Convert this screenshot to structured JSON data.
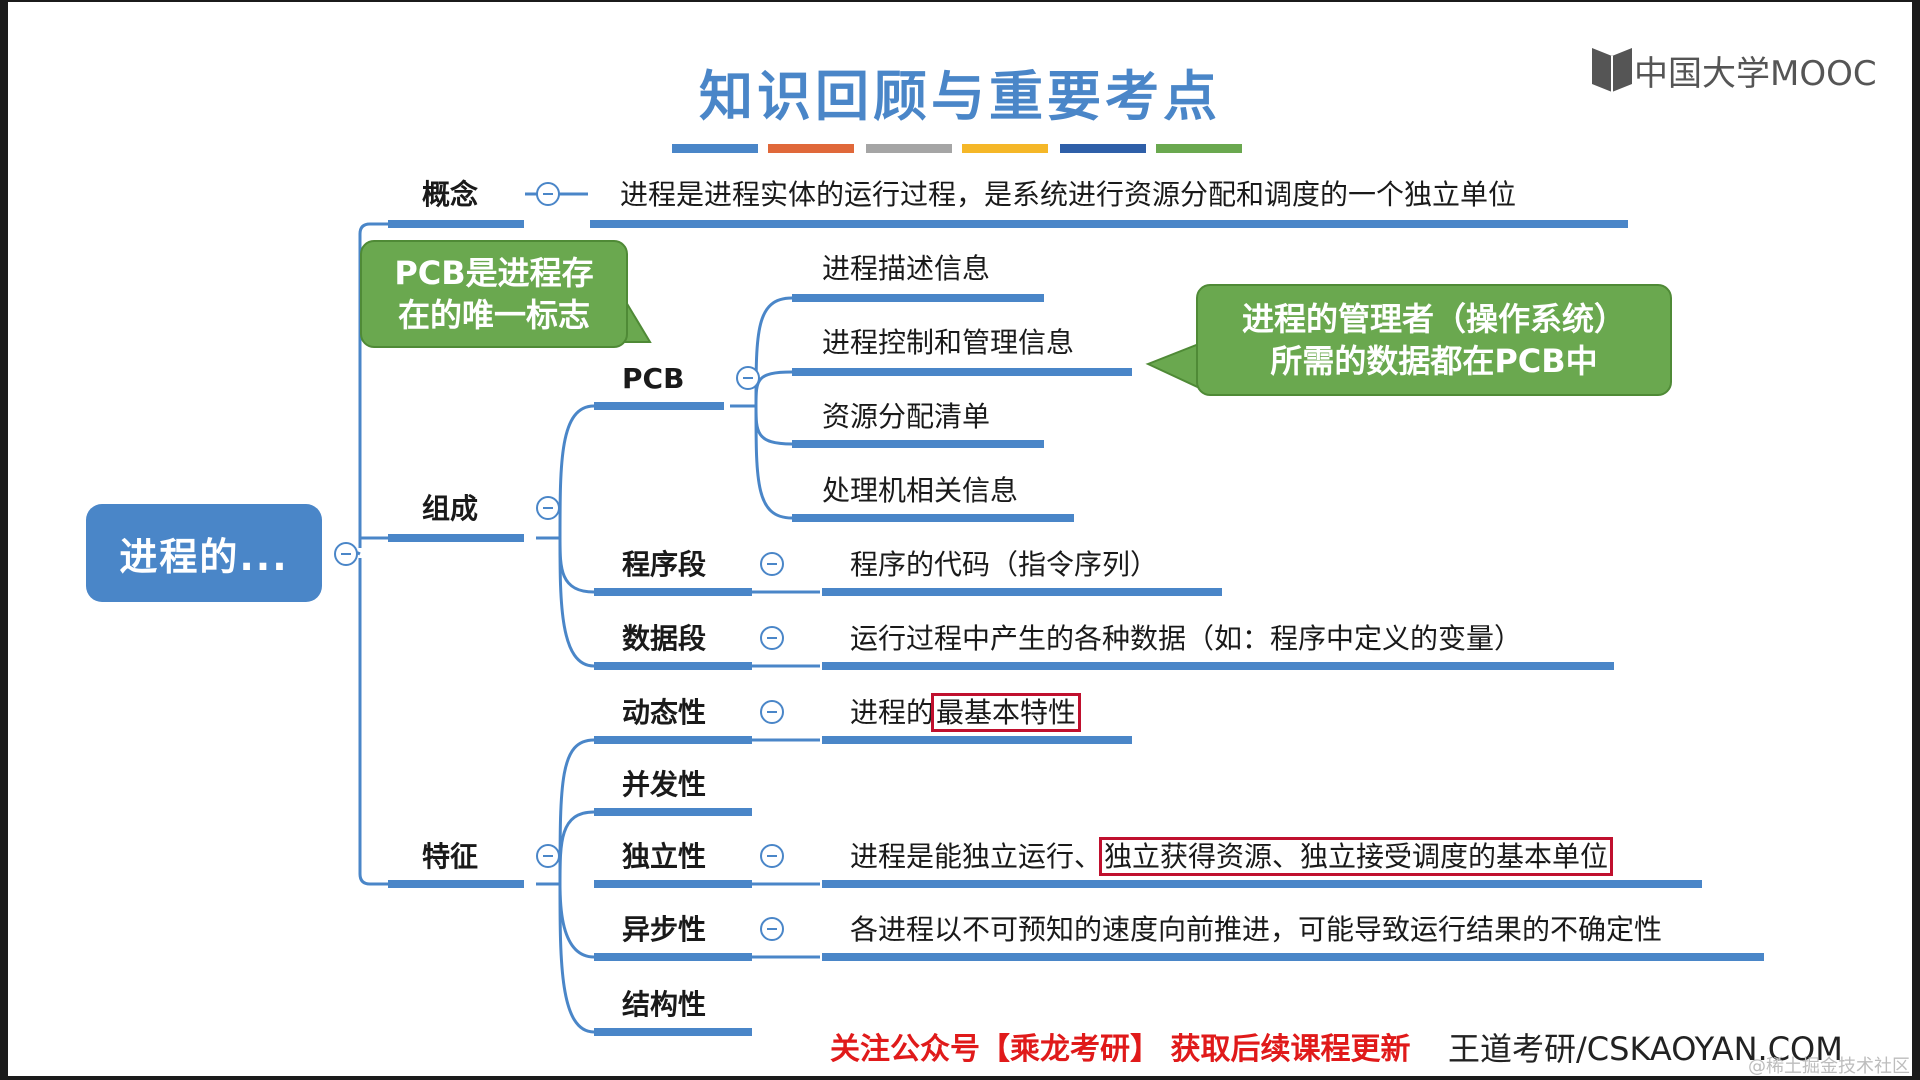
{
  "title": "知识回顾与重要考点",
  "title_bar_colors": [
    "#4a86c8",
    "#e0683a",
    "#a5a5a5",
    "#f5b728",
    "#2f5fa8",
    "#6aa84f"
  ],
  "logo": {
    "text": "中国大学MOOC"
  },
  "root": {
    "label": "进程的..."
  },
  "branches": {
    "concept": {
      "label": "概念",
      "desc": "进程是进程实体的运行过程，是系统进行资源分配和调度的一个独立单位"
    },
    "composition": {
      "label": "组成",
      "pcb": {
        "label": "PCB",
        "items": [
          "进程描述信息",
          "进程控制和管理信息",
          "资源分配清单",
          "处理机相关信息"
        ]
      },
      "program_segment": {
        "label": "程序段",
        "desc": "程序的代码（指令序列）"
      },
      "data_segment": {
        "label": "数据段",
        "desc": "运行过程中产生的各种数据（如：程序中定义的变量）"
      }
    },
    "features": {
      "label": "特征",
      "dynamic": {
        "label": "动态性",
        "desc_prefix": "进程的",
        "desc_highlight": "最基本特性"
      },
      "concurrency": {
        "label": "并发性"
      },
      "independence": {
        "label": "独立性",
        "desc_prefix": "进程是能独立运行、",
        "desc_highlight": "独立获得资源、独立接受调度的基本单位"
      },
      "asynchrony": {
        "label": "异步性",
        "desc": "各进程以不可预知的速度向前推进，可能导致运行结果的不确定性"
      },
      "structure": {
        "label": "结构性"
      }
    }
  },
  "callouts": {
    "pcb_unique": {
      "line1": "PCB是进程存",
      "line2": "在的唯一标志"
    },
    "manager": {
      "line1": "进程的管理者（操作系统）",
      "line2": "所需的数据都在PCB中"
    }
  },
  "footer": {
    "notice": "关注公众号【乘龙考研】 获取后续课程更新",
    "site": "王道考研/CSKAOYAN.COM"
  },
  "watermark": "@稀土掘金技术社区",
  "colors": {
    "accent": "#4a86c8",
    "callout": "#6aa84f",
    "highlight": "#c0102e",
    "notice": "#e01a1a"
  }
}
